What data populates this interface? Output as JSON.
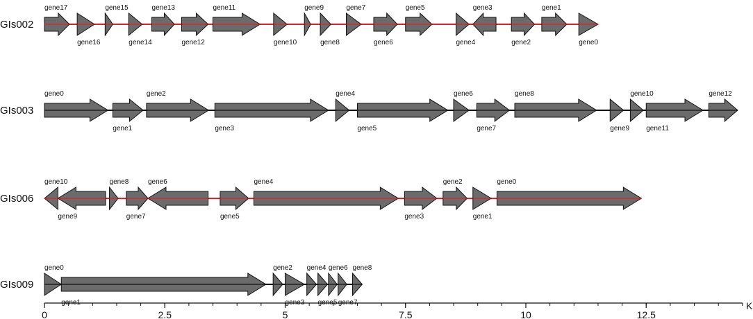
{
  "colors": {
    "gene_fill": "#6b6b6b",
    "gene_stroke": "#111111",
    "backbone_red": "#e02020",
    "backbone_black": "#111111"
  },
  "axis": {
    "unit": "Kb",
    "min": 0,
    "max": 14.5,
    "ticks": [
      {
        "value": 0,
        "label": "0"
      },
      {
        "value": 2.5,
        "label": "2.5"
      },
      {
        "value": 5,
        "label": "5"
      },
      {
        "value": 7.5,
        "label": "7.5"
      },
      {
        "value": 10,
        "label": "10"
      },
      {
        "value": 12.5,
        "label": "12.5"
      }
    ],
    "minor_step": 0.5
  },
  "clusters": [
    {
      "name": "GIs002",
      "backbone_color": "red",
      "length": 11.5,
      "genes": [
        {
          "label": "gene17",
          "start": 0.0,
          "end": 0.52,
          "strand": 1
        },
        {
          "label": "gene16",
          "start": 0.68,
          "end": 1.04,
          "strand": 1
        },
        {
          "label": "gene15",
          "start": 1.26,
          "end": 1.42,
          "strand": 1
        },
        {
          "label": "gene14",
          "start": 1.75,
          "end": 2.03,
          "strand": 1
        },
        {
          "label": "gene13",
          "start": 2.23,
          "end": 2.7,
          "strand": 1
        },
        {
          "label": "gene12",
          "start": 2.85,
          "end": 3.4,
          "strand": 1
        },
        {
          "label": "gene11",
          "start": 3.5,
          "end": 4.48,
          "strand": 1
        },
        {
          "label": "gene10",
          "start": 4.76,
          "end": 5.04,
          "strand": 1
        },
        {
          "label": "gene9",
          "start": 5.4,
          "end": 5.53,
          "strand": 1
        },
        {
          "label": "gene8",
          "start": 5.73,
          "end": 5.95,
          "strand": 1
        },
        {
          "label": "gene7",
          "start": 6.27,
          "end": 6.58,
          "strand": 1
        },
        {
          "label": "gene6",
          "start": 6.84,
          "end": 7.33,
          "strand": 1
        },
        {
          "label": "gene5",
          "start": 7.5,
          "end": 8.05,
          "strand": 1
        },
        {
          "label": "gene4",
          "start": 8.55,
          "end": 8.82,
          "strand": 1
        },
        {
          "label": "gene3",
          "start": 8.9,
          "end": 9.38,
          "strand": -1
        },
        {
          "label": "gene2",
          "start": 9.7,
          "end": 10.18,
          "strand": 1
        },
        {
          "label": "gene1",
          "start": 10.33,
          "end": 10.85,
          "strand": 1
        },
        {
          "label": "gene0",
          "start": 11.1,
          "end": 11.5,
          "strand": 1
        }
      ]
    },
    {
      "name": "GIs003",
      "backbone_color": "black",
      "length": 14.4,
      "genes": [
        {
          "label": "gene0",
          "start": 0.0,
          "end": 1.32,
          "strand": 1
        },
        {
          "label": "gene1",
          "start": 1.42,
          "end": 2.05,
          "strand": 1
        },
        {
          "label": "gene2",
          "start": 2.12,
          "end": 3.41,
          "strand": 1
        },
        {
          "label": "gene3",
          "start": 3.54,
          "end": 5.9,
          "strand": 1
        },
        {
          "label": "gene4",
          "start": 6.05,
          "end": 6.33,
          "strand": 1
        },
        {
          "label": "gene5",
          "start": 6.5,
          "end": 8.38,
          "strand": 1
        },
        {
          "label": "gene6",
          "start": 8.5,
          "end": 8.82,
          "strand": 1
        },
        {
          "label": "gene7",
          "start": 8.98,
          "end": 9.66,
          "strand": 1
        },
        {
          "label": "gene8",
          "start": 9.77,
          "end": 11.47,
          "strand": 1
        },
        {
          "label": "gene9",
          "start": 11.75,
          "end": 12.03,
          "strand": 1
        },
        {
          "label": "gene10",
          "start": 12.17,
          "end": 12.44,
          "strand": 1
        },
        {
          "label": "gene11",
          "start": 12.5,
          "end": 13.68,
          "strand": 1
        },
        {
          "label": "gene12",
          "start": 13.8,
          "end": 14.4,
          "strand": 1
        }
      ]
    },
    {
      "name": "GIs006",
      "backbone_color": "red",
      "length": 12.4,
      "genes": [
        {
          "label": "gene10",
          "start": 0.0,
          "end": 0.28,
          "strand": -1
        },
        {
          "label": "gene9",
          "start": 0.28,
          "end": 1.27,
          "strand": -1
        },
        {
          "label": "gene8",
          "start": 1.35,
          "end": 1.53,
          "strand": 1
        },
        {
          "label": "gene7",
          "start": 1.7,
          "end": 2.15,
          "strand": 1
        },
        {
          "label": "gene6",
          "start": 2.15,
          "end": 3.4,
          "strand": -1
        },
        {
          "label": "gene5",
          "start": 3.65,
          "end": 4.24,
          "strand": 1
        },
        {
          "label": "gene4",
          "start": 4.35,
          "end": 7.35,
          "strand": 1
        },
        {
          "label": "gene3",
          "start": 7.48,
          "end": 8.15,
          "strand": 1
        },
        {
          "label": "gene2",
          "start": 8.28,
          "end": 8.78,
          "strand": 1
        },
        {
          "label": "gene1",
          "start": 8.9,
          "end": 9.28,
          "strand": 1
        },
        {
          "label": "gene0",
          "start": 9.4,
          "end": 12.4,
          "strand": 1
        }
      ]
    },
    {
      "name": "GIs009",
      "backbone_color": "black",
      "length": 6.6,
      "genes": [
        {
          "label": "gene0",
          "start": 0.0,
          "end": 0.35,
          "strand": 1
        },
        {
          "label": "gene1",
          "start": 0.35,
          "end": 4.6,
          "strand": 1
        },
        {
          "label": "gene2",
          "start": 4.75,
          "end": 4.95,
          "strand": 1
        },
        {
          "label": "gene3",
          "start": 5.0,
          "end": 5.4,
          "strand": 1
        },
        {
          "label": "gene4",
          "start": 5.45,
          "end": 5.65,
          "strand": 1
        },
        {
          "label": "gene5",
          "start": 5.68,
          "end": 5.88,
          "strand": 1
        },
        {
          "label": "gene6",
          "start": 5.9,
          "end": 6.08,
          "strand": 1
        },
        {
          "label": "gene7",
          "start": 6.1,
          "end": 6.28,
          "strand": 1
        },
        {
          "label": "gene8",
          "start": 6.4,
          "end": 6.6,
          "strand": 1
        }
      ]
    }
  ]
}
